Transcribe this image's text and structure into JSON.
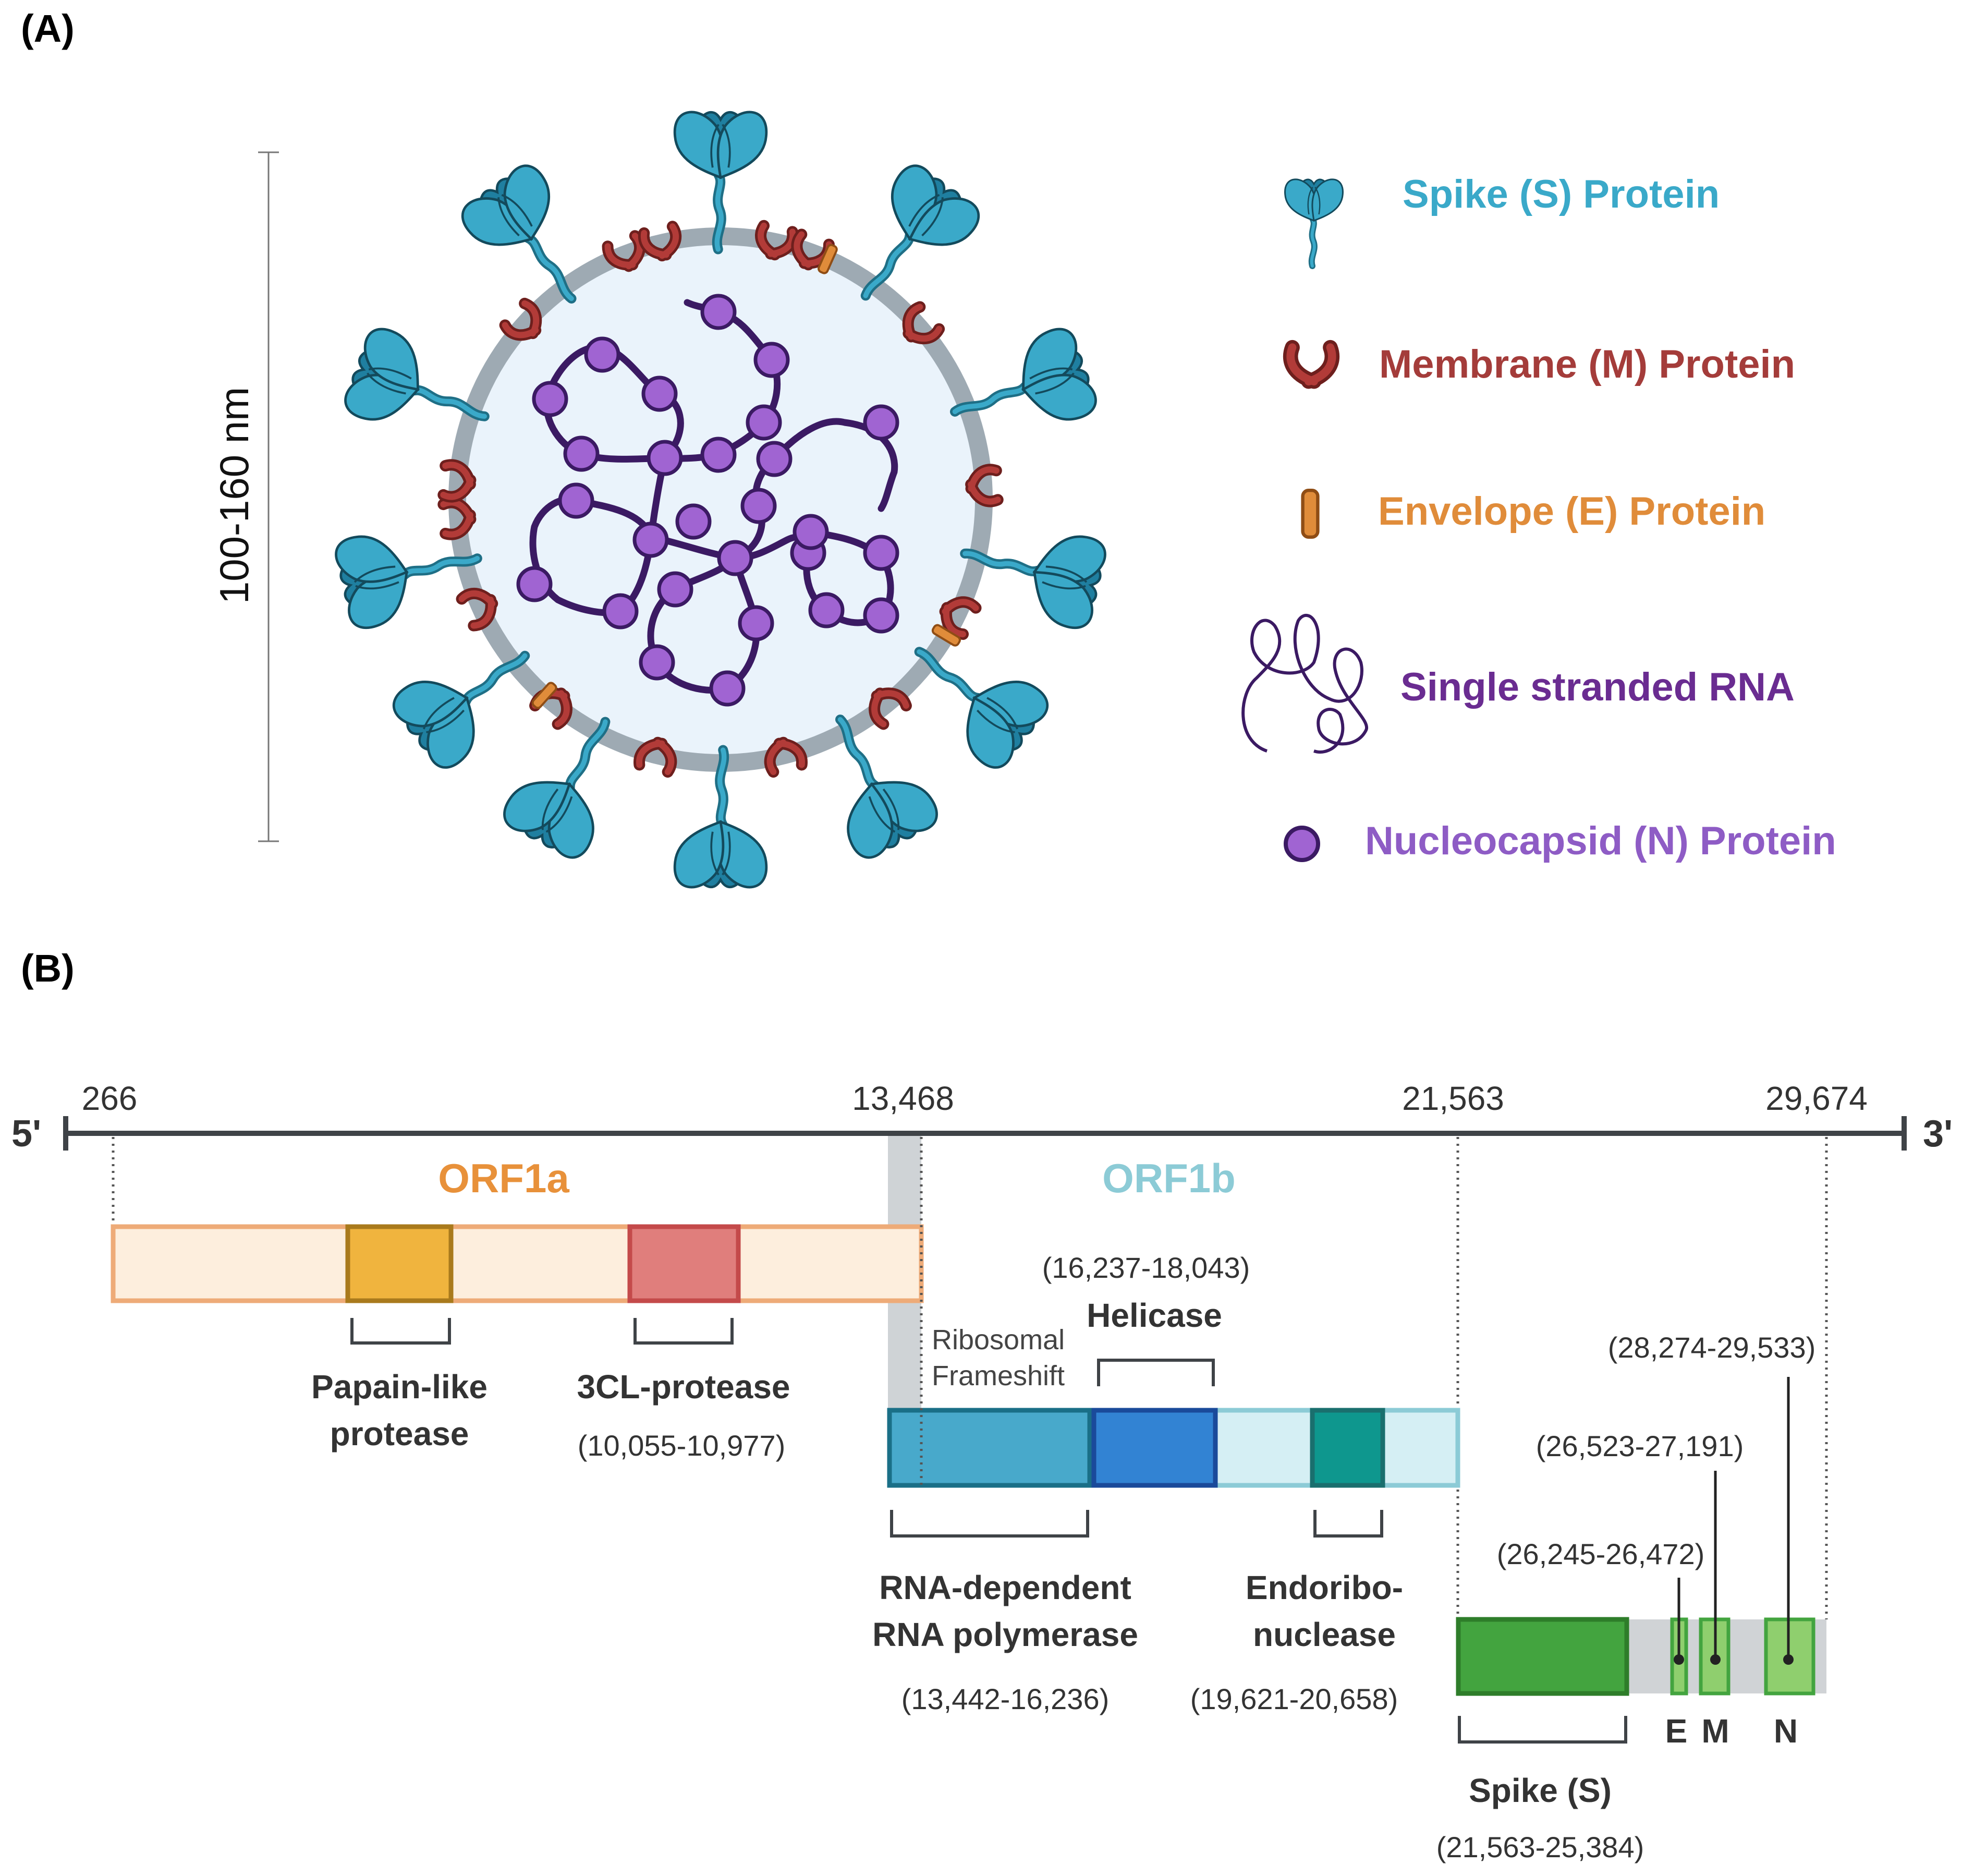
{
  "panel_a": {
    "label": "(A)",
    "scale_label": "100-160 nm",
    "legend": [
      {
        "key": "spike",
        "text": "Spike (S) Protein",
        "color": "#3aa9c9"
      },
      {
        "key": "membrane",
        "text": "Membrane (M) Protein",
        "color": "#a43c3a"
      },
      {
        "key": "envelope",
        "text": "Envelope (E) Protein",
        "color": "#e08c3a"
      },
      {
        "key": "rna",
        "text": "Single stranded RNA",
        "color": "#6a2c91"
      },
      {
        "key": "nucleocapsid",
        "text": "Nucleocapsid (N) Protein",
        "color": "#8e5cc5"
      }
    ]
  },
  "panel_b": {
    "label": "(B)",
    "end_5": "5'",
    "end_3": "3'",
    "axis_ticks": [
      "266",
      "13,468",
      "21,563",
      "29,674"
    ],
    "orf1a": {
      "label": "ORF1a",
      "color": "#e8913a"
    },
    "orf1b": {
      "label": "ORF1b",
      "color": "#8ccbd6"
    },
    "ribosomal_frameshift": [
      "Ribosomal",
      "Frameshift"
    ],
    "papain": {
      "label": [
        "Papain-like",
        "protease"
      ]
    },
    "cl3": {
      "label": "3CL-protease",
      "range": "(10,055-10,977)"
    },
    "helicase": {
      "label": "Helicase",
      "range": "(16,237-18,043)"
    },
    "rdrp": {
      "label": [
        "RNA-dependent",
        "RNA polymerase"
      ],
      "range": "(13,442-16,236)"
    },
    "endo": {
      "label": [
        "Endoribo-",
        "nuclease"
      ],
      "range": "(19,621-20,658)"
    },
    "spike": {
      "label": "Spike (S)",
      "range": "(21,563-25,384)"
    },
    "e_gene": {
      "label": "E",
      "range": "(26,245-26,472)"
    },
    "m_gene": {
      "label": "M",
      "range": "(26,523-27,191)"
    },
    "n_gene": {
      "label": "N",
      "range": "(28,274-29,533)"
    }
  }
}
